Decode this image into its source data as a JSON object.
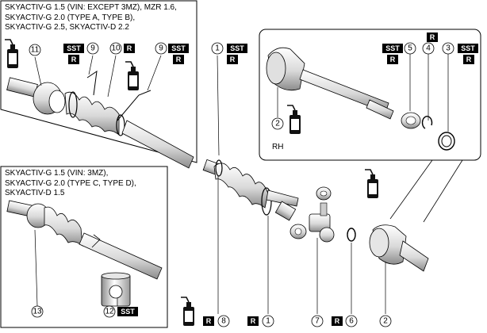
{
  "panels": {
    "upper_left_lines": [
      "SKYACTIV-G 1.5 (VIN: EXCEPT 3MZ), MZR 1.6,",
      "SKYACTIV-G 2.0 (TYPE A, TYPE B),",
      "SKYACTIV-G 2.5, SKYACTIV-D 2.2"
    ],
    "lower_left_lines": [
      "SKYACTIV-G 1.5 (VIN: 3MZ),",
      "SKYACTIV-G 2.0 (TYPE C, TYPE D),",
      "SKYACTIV-D 1.5"
    ],
    "inset_label": "RH"
  },
  "badges": {
    "sst": "SST",
    "r": "R"
  },
  "grease_label": "GREASE",
  "callouts": {
    "c1": "1",
    "c2": "2",
    "c3": "3",
    "c4": "4",
    "c5": "5",
    "c6": "6",
    "c7": "7",
    "c8": "8",
    "c9": "9",
    "c10": "10",
    "c11": "11",
    "c12": "12",
    "c13": "13"
  },
  "colors": {
    "badge_bg": "#000000",
    "line": "#000000",
    "part_fill": "#ffffff",
    "shade": "#9a9a9a"
  }
}
